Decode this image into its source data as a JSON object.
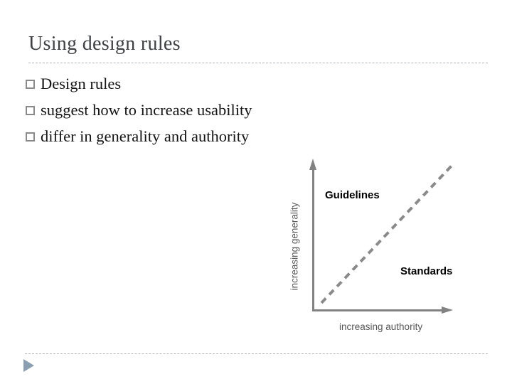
{
  "slide": {
    "title": "Using design rules",
    "bullets": [
      {
        "text": "Design rules"
      },
      {
        "text": "suggest how to increase usability"
      },
      {
        "text": "differ in generality and authority"
      }
    ]
  },
  "diagram": {
    "upper_region_label": "Guidelines",
    "lower_region_label": "Standards",
    "y_axis_label": "increasing generality",
    "x_axis_label": "increasing authority",
    "line_style": "dashed diagonal from origin to top-right"
  },
  "icons": {
    "bullet": "square-bullet-icon",
    "y_axis_arrow": "arrowhead-up-icon",
    "x_axis_arrow": "arrowhead-right-icon",
    "footer_nav": "next-slide-triangle-icon"
  },
  "colors": {
    "background": "#ffffff",
    "title_text": "#3e4043",
    "body_text": "#141414",
    "bullet_border": "#8a8a8a",
    "divider_dash": "#aeb4b8",
    "axis_gray": "#828282",
    "diagonal_dash": "#8a8a8a",
    "y_axis_label_gray": "#5c5c5c",
    "x_axis_label_gray": "#565656",
    "region_label": "#000000",
    "nav_triangle": "#8b9fb3"
  }
}
